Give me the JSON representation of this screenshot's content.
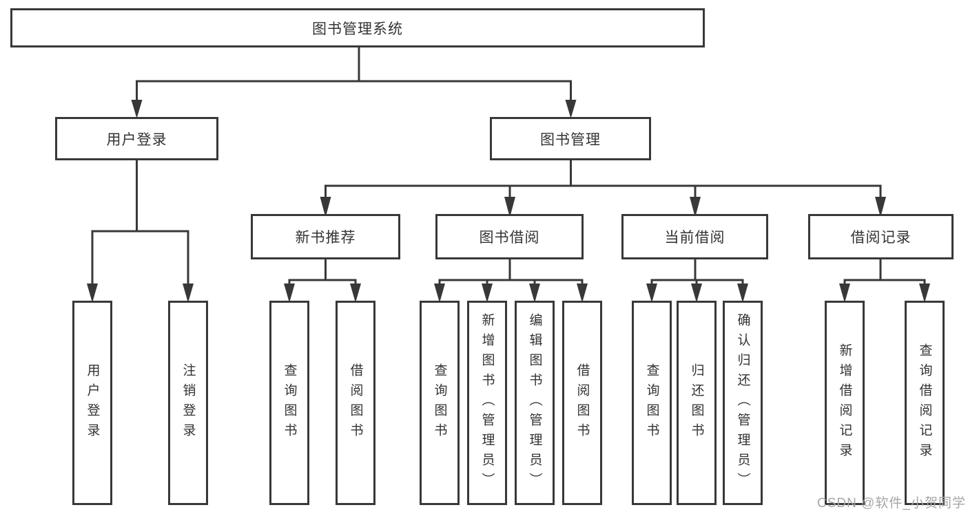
{
  "colors": {
    "line": "#383838",
    "text": "#333333",
    "watermark": "#a6a6a6"
  },
  "nodes": {
    "root": "图书管理系统",
    "level2": [
      "用户登录",
      "图书管理"
    ],
    "level3": [
      "新书推荐",
      "图书借阅",
      "当前借阅",
      "借阅记录"
    ],
    "leaves": {
      "user_login": [
        "用户登录",
        "注销登录"
      ],
      "new_book_recommend": [
        "查询图书",
        "借阅图书"
      ],
      "book_borrow": [
        "查询图书",
        "新增图书（管理员）",
        "编辑图书（管理员）",
        "借阅图书"
      ],
      "current_borrow": [
        "查询图书",
        "归还图书",
        "确认归还（管理员）"
      ],
      "borrow_records": [
        "新增借阅记录",
        "查询借阅记录"
      ]
    }
  },
  "watermark": "CSDN @软件_小贺同学"
}
